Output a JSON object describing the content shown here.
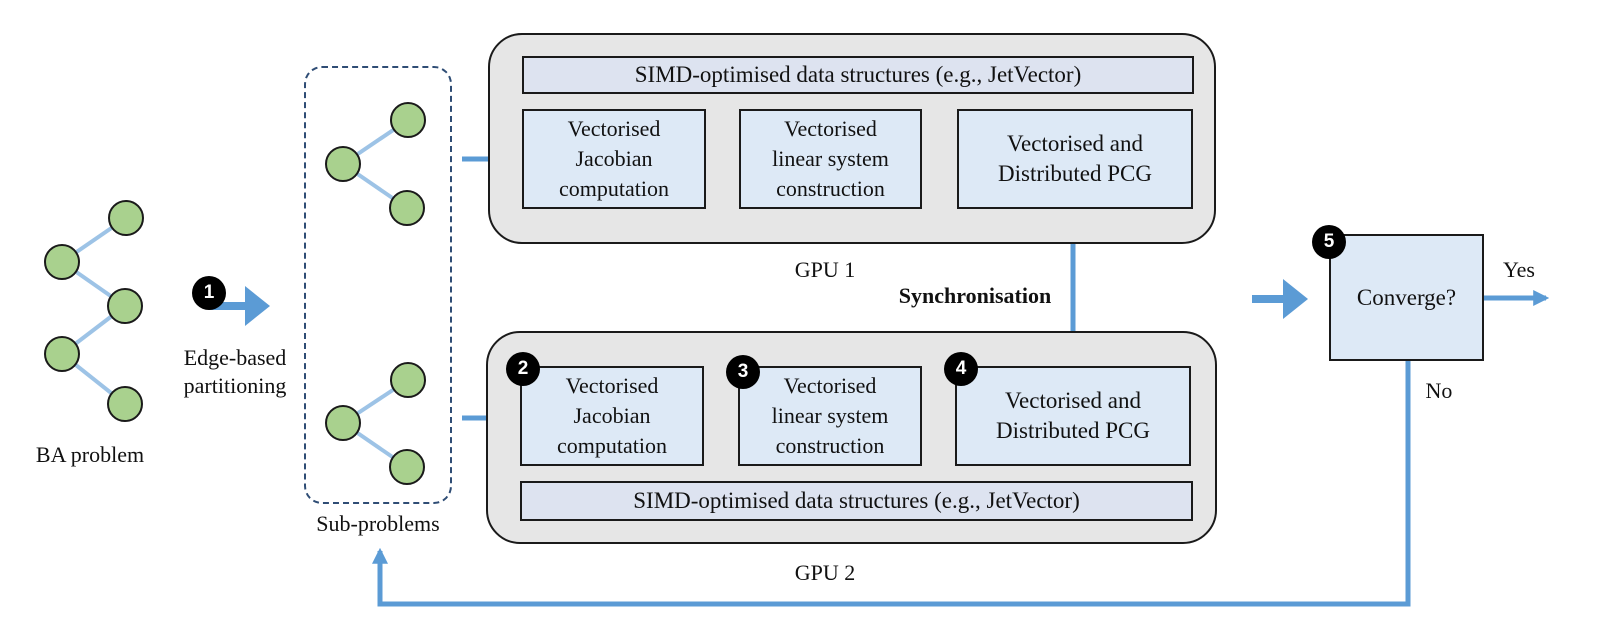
{
  "colors": {
    "accent_blue": "#5b9bd5",
    "node_green": "#a9d18e",
    "gpu_fill": "#e6e6e6",
    "stage_fill": "#dde9f6",
    "simd_fill": "#dde3f0"
  },
  "labels": {
    "ba_problem": "BA problem",
    "partitioning": "Edge-based\npartitioning",
    "sub_problems": "Sub-problems",
    "gpu1": "GPU 1",
    "gpu2": "GPU 2",
    "synchronisation": "Synchronisation",
    "yes": "Yes",
    "no": "No"
  },
  "steps": {
    "s1": "1",
    "s2": "2",
    "s3": "3",
    "s4": "4",
    "s5": "5"
  },
  "gpu1": {
    "simd": "SIMD-optimised data structures (e.g., JetVector)",
    "stage_jacobian": "Vectorised\nJacobian\ncomputation",
    "stage_linear": "Vectorised\nlinear system\nconstruction",
    "stage_pcg": "Vectorised and\nDistributed PCG"
  },
  "gpu2": {
    "simd": "SIMD-optimised data structures (e.g., JetVector)",
    "stage_jacobian": "Vectorised\nJacobian\ncomputation",
    "stage_linear": "Vectorised\nlinear system\nconstruction",
    "stage_pcg": "Vectorised and\nDistributed PCG"
  },
  "converge": "Converge?"
}
